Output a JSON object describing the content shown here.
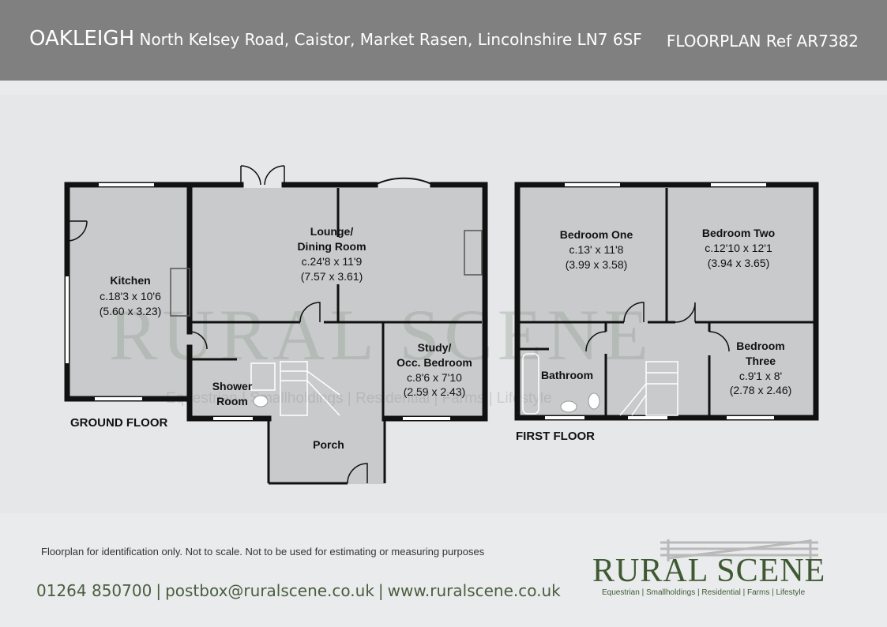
{
  "header": {
    "property_name": "OAKLEIGH",
    "address": "North Kelsey Road, Caistor, Market Rasen, Lincolnshire LN7 6SF",
    "ref": "FLOORPLAN  Ref AR7382"
  },
  "watermark": {
    "text": "RURAL SCENE",
    "subtext": "Equestrian | Smallholdings | Residential | Farms | Lifestyle"
  },
  "floors": {
    "ground": "GROUND FLOOR",
    "first": "FIRST FLOOR"
  },
  "rooms": {
    "kitchen": {
      "name": "Kitchen",
      "dim1": "c.18'3 x 10'6",
      "dim2": "(5.60 x 3.23)"
    },
    "lounge": {
      "name1": "Lounge/",
      "name2": "Dining Room",
      "dim1": "c.24'8 x 11'9",
      "dim2": "(7.57 x 3.61)"
    },
    "study": {
      "name1": "Study/",
      "name2": "Occ. Bedroom",
      "dim1": "c.8'6 x 7'10",
      "dim2": "(2.59 x 2.43)"
    },
    "shower": {
      "name1": "Shower",
      "name2": "Room"
    },
    "porch": {
      "name": "Porch"
    },
    "bedroom_one": {
      "name": "Bedroom One",
      "dim1": "c.13' x 11'8",
      "dim2": "(3.99 x 3.58)"
    },
    "bedroom_two": {
      "name": "Bedroom Two",
      "dim1": "c.12'10 x 12'1",
      "dim2": "(3.94 x 3.65)"
    },
    "bedroom_three": {
      "name1": "Bedroom",
      "name2": "Three",
      "dim1": "c.9'1 x 8'",
      "dim2": "(2.78 x 2.46)"
    },
    "bathroom": {
      "name": "Bathroom"
    }
  },
  "footer": {
    "disclaimer": "Floorplan for identification only. Not to scale. Not to be used for estimating or measuring purposes",
    "phone": "01264 850700",
    "email": "postbox@ruralscene.co.uk",
    "website": "www.ruralscene.co.uk"
  },
  "logo": {
    "brand": "RURAL SCENE",
    "tagline": "Equestrian | Smallholdings | Residential | Farms | Lifestyle"
  }
}
